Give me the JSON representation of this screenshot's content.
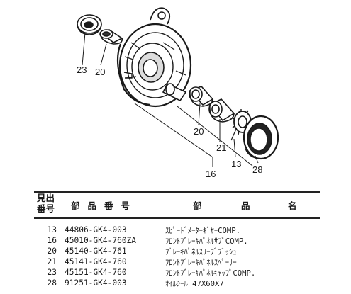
{
  "diagram": {
    "callouts": [
      "23",
      "20",
      "20",
      "21",
      "13",
      "28",
      "16"
    ]
  },
  "table": {
    "headers": {
      "ref_no_line1": "見出",
      "ref_no_line2": "番号",
      "part_no": "部品番号",
      "part_name_1": "部",
      "part_name_2": "品",
      "part_name_3": "名"
    },
    "rows": [
      {
        "ref": "13",
        "part_no": "44806-GK4-003",
        "name": "ｽﾋﾟｰﾄﾞﾒｰﾀｰｷﾞﾔｰCOMP."
      },
      {
        "ref": "16",
        "part_no": "45010-GK4-760ZA",
        "name": "ﾌﾛﾝﾄﾌﾞﾚｰｷﾊﾟﾈﾙｻﾌﾞCOMP."
      },
      {
        "ref": "20",
        "part_no": "45140-GK4-761",
        "name": "ﾌﾞﾚｰｷﾊﾟﾈﾙｽﾘｰﾌﾞﾌﾞｯｼｭ"
      },
      {
        "ref": "21",
        "part_no": "45141-GK4-760",
        "name": "ﾌﾛﾝﾄﾌﾞﾚｰｷﾊﾟﾈﾙｽﾍﾟｰｻｰ"
      },
      {
        "ref": "23",
        "part_no": "45151-GK4-760",
        "name": "ﾌﾛﾝﾄﾌﾞﾚｰｷﾊﾟﾈﾙｷｬｯﾌﾟCOMP."
      },
      {
        "ref": "28",
        "part_no": "91251-GK4-003",
        "name": "ｵｲﾙｼｰﾙ 47X60X7"
      }
    ]
  }
}
